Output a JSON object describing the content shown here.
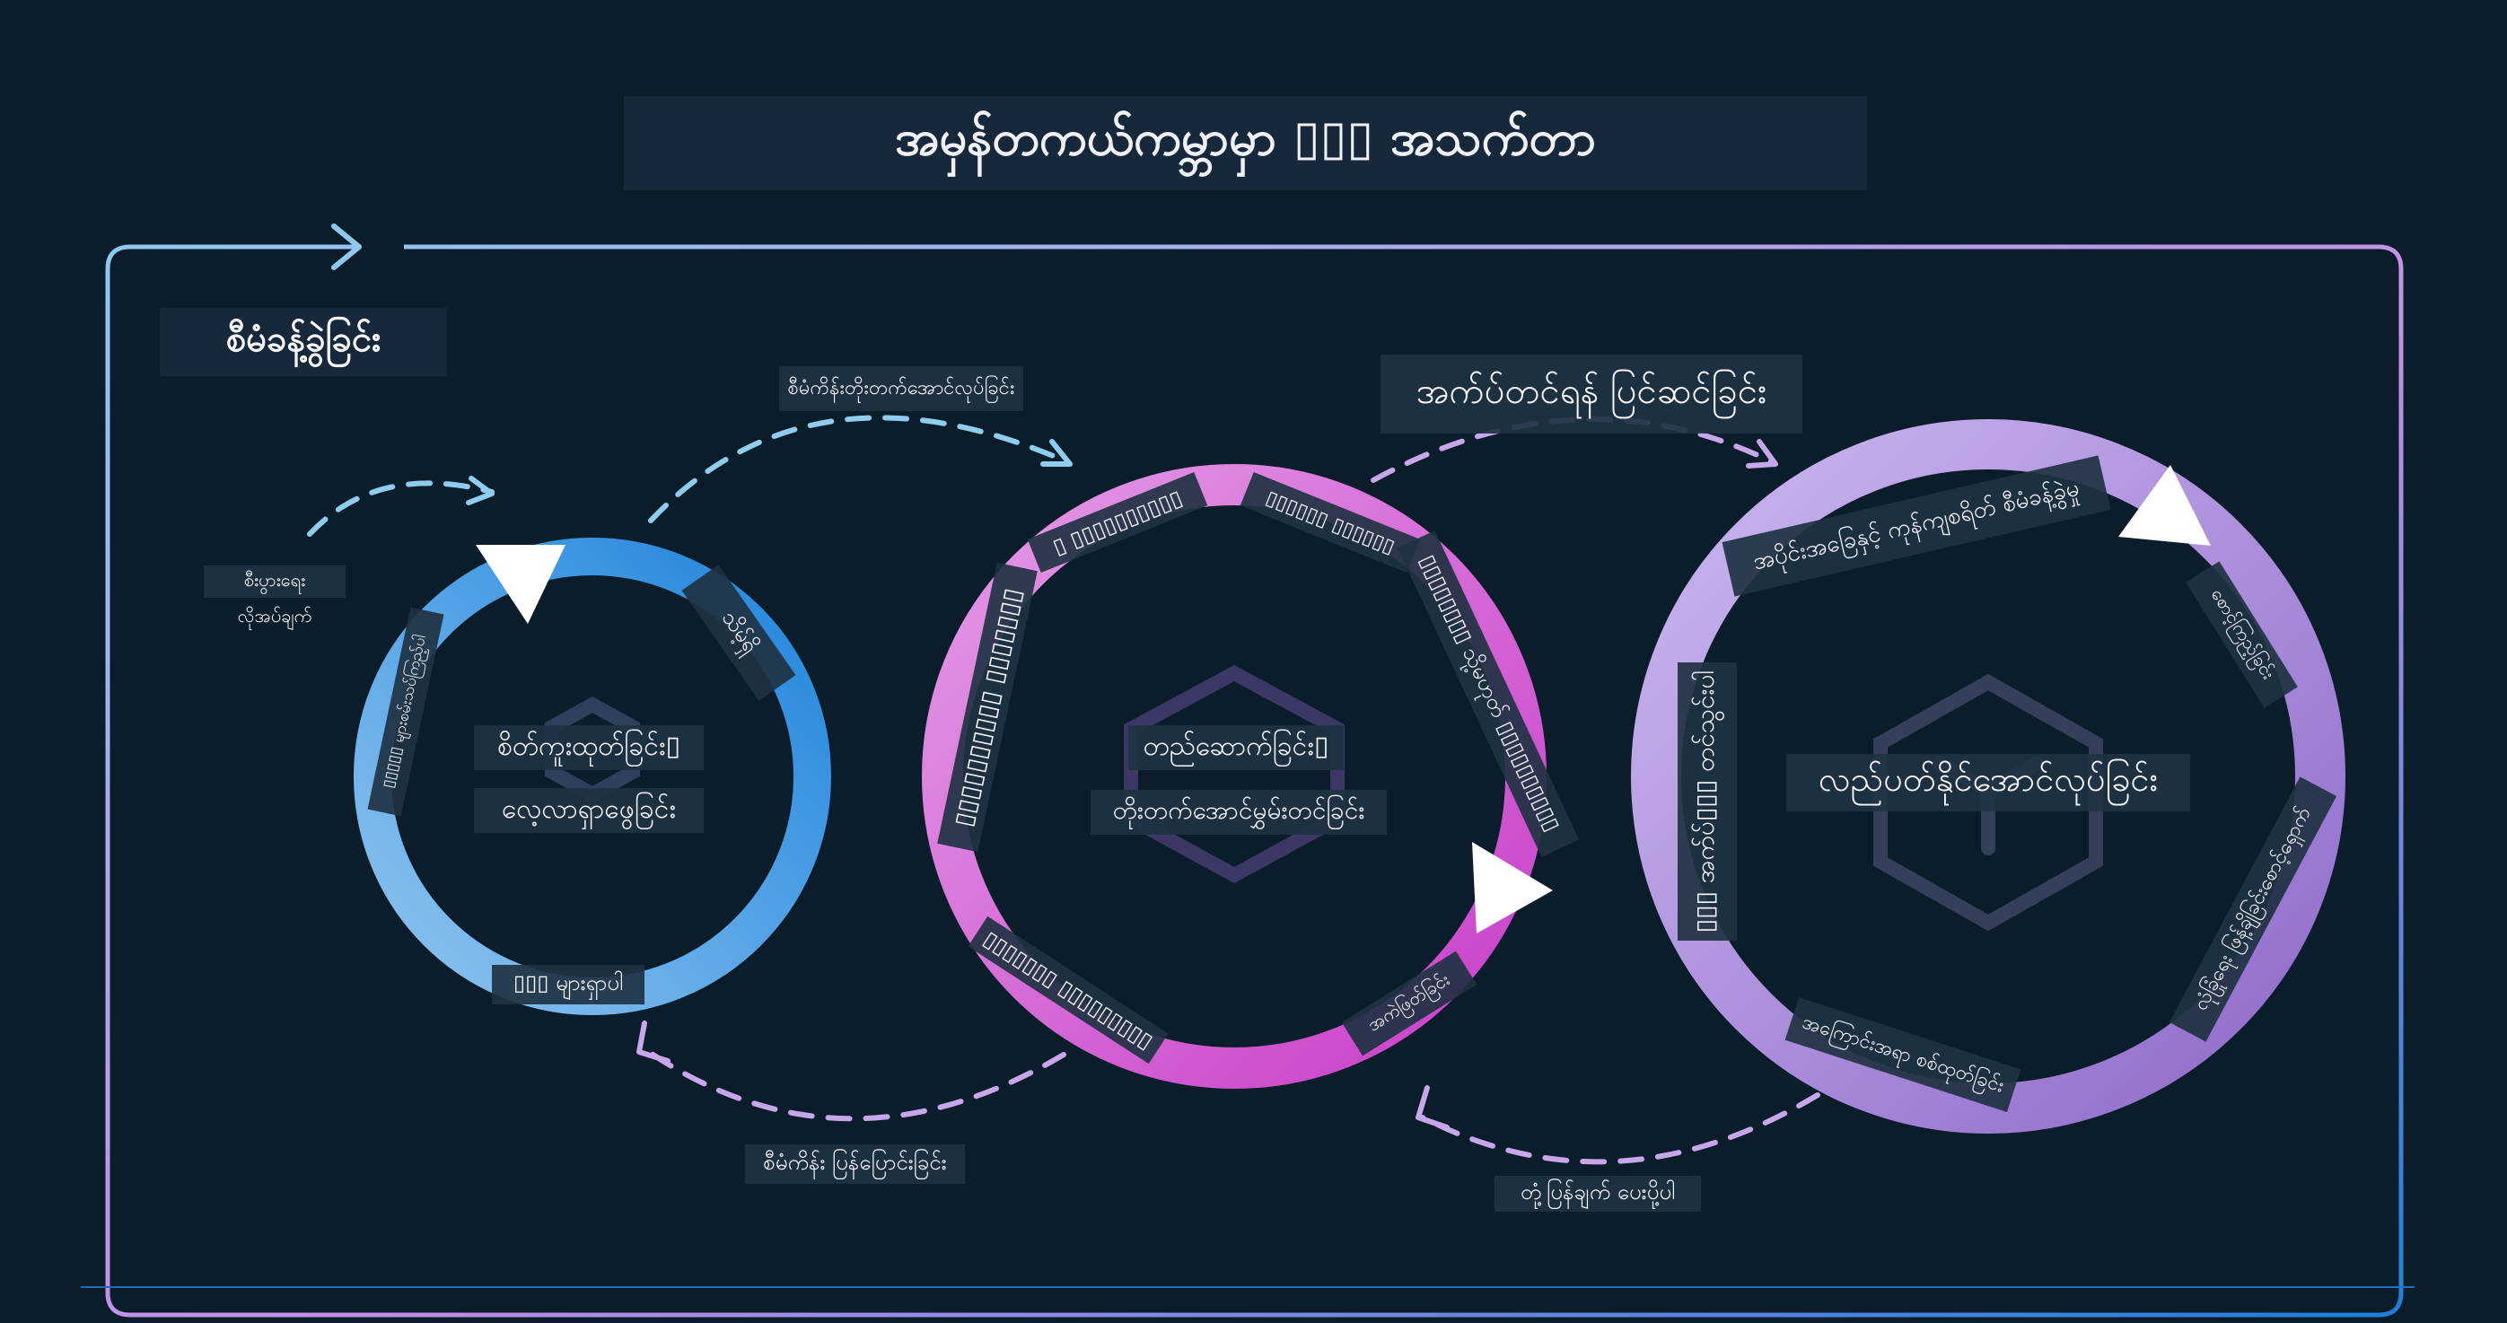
{
  "title": "အမှန်တကယ်ကမ္ဘာမှာ ▯▯▯ အသက်တာ",
  "stage_label": "စီမံခန့်ခွဲခြင်း",
  "center_labels": {
    "ideation_line1": "စိတ်ကူးထုတ်ခြင်း▯",
    "ideation_line2": "လေ့လာရှာဖွေခြင်း",
    "building_line1": "တည်ဆောက်ခြင်း▯",
    "building_line2": "တိုးတက်အောင်မွှမ်းတင်ခြင်း",
    "operationalizing": "လည်ပတ်နိုင်အောင်လုပ်ခြင်း"
  },
  "flow_labels": {
    "business_need_1": "စီးပွားရေး",
    "business_need_2": "လိုအပ်ချက်",
    "project_progress": "စီမံကိန်းတိုးတက်အောင်လုပ်ခြင်း",
    "prepare_deploy": "အက်ပ်တင်ရန် ပြင်ဆင်ခြင်း",
    "project_change": "စီမံကိန်း ပြန်ပြောင်းခြင်း",
    "feedback": "တုံ့ပြန်ချက် ပေးပို့ပါ"
  },
  "ring_labels": {
    "blue_left": "▯▯▯▯▯ များစမ်းသပ်ကြည့်ပါ",
    "blue_top": "သိမ့်ရှိ",
    "blue_bottom": "▯▯▯ များရှာပါ",
    "pink_left": "▯▯▯▯▯▯▯▯▯▯ ▯▯▯▯▯▯▯",
    "pink_top": "▯ ▯▯▯▯▯▯▯▯▯▯",
    "pink_topright": "▯▯▯▯▯▯ ▯▯▯▯▯▯",
    "pink_right": "▯▯▯▯▯▯▯▯ သို့မဟုတ် ▯▯▯▯▯▯▯▯▯▯",
    "pink_bottomleft": "▯▯▯▯▯▯▯ ▯▯▯▯▯▯▯▯▯",
    "pink_bottomright": "အကဲဖြတ်ခြင်း",
    "purple_top": "အပိုင်းအခြေနှင့် ကုန်ကျစရိတ် စီမံခန့်ခွဲမှု",
    "purple_right": "စောင့်ကြည့်ခြင်း",
    "purple_left": "▯▯▯ အက်ပ်▯▯▯ တင်သွင်းပါ",
    "purple_bottomright": "လုံခြုံရေး ဖြန့်ချိခြင်းစောင့်ရှောက်",
    "purple_bottom": "အကြောင်းအရာ စစ်ထုတ်ခြင်း"
  },
  "colors": {
    "background": "#0b1c2a",
    "blue": "#2a8fdc",
    "pink": "#cd5bd0",
    "purple": "#a98ad6",
    "frame_start": "#8fc8ef",
    "frame_end": "#c58ee6",
    "arrow_blue": "#8fcdef",
    "arrow_purple": "#c7a7ea"
  },
  "icons": [
    "hexagon-icon",
    "cube-icon"
  ]
}
